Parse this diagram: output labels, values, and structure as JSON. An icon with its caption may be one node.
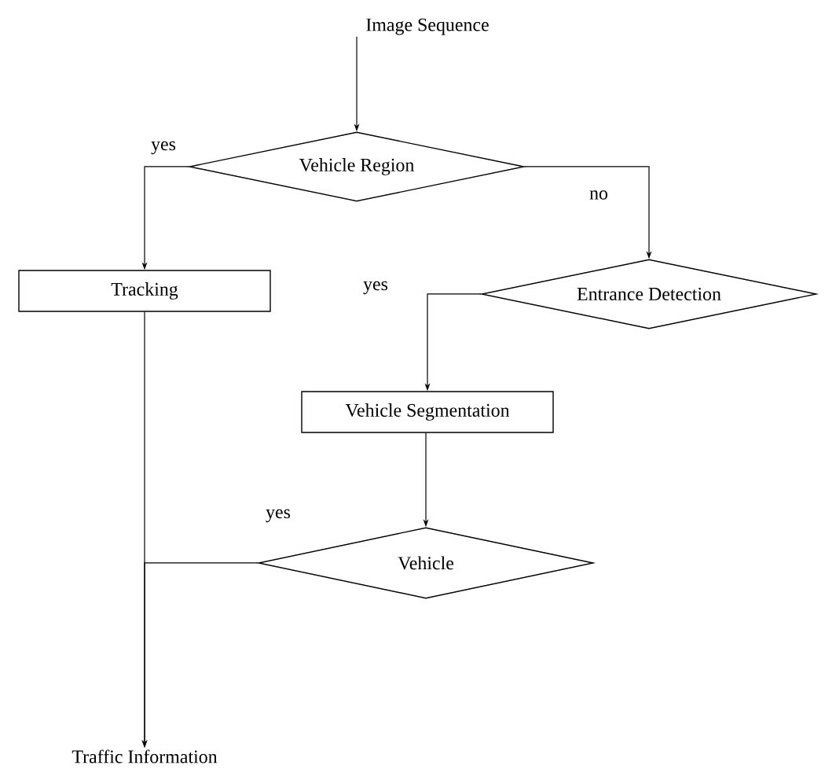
{
  "diagram": {
    "nodes": [
      {
        "text": [
          "Image Sequence"
        ]
      },
      {
        "text": [
          "Vehicle Region"
        ]
      },
      {
        "text": [
          "Tracking"
        ]
      },
      {
        "text": [
          "Entrance Detection"
        ]
      },
      {
        "text": [
          "Vehicle Segmentation"
        ]
      },
      {
        "text": [
          "Vehicle"
        ]
      },
      {
        "text": [
          "Traffic Information"
        ]
      }
    ],
    "edges": [
      {
        "from": 0,
        "to": 1,
        "arrow": "to"
      },
      {
        "from": 1,
        "to": 2,
        "arrow": "to",
        "label": "yes"
      },
      {
        "from": 1,
        "to": 3,
        "arrow": "to",
        "label": "no"
      },
      {
        "from": 3,
        "to": 4,
        "arrow": "to",
        "label": "yes"
      },
      {
        "from": 4,
        "to": 5,
        "arrow": "to"
      },
      {
        "from": 2,
        "to": 6,
        "arrow": "to"
      },
      {
        "from": 5,
        "to": 6,
        "arrow": "to",
        "label": "yes"
      }
    ]
  }
}
